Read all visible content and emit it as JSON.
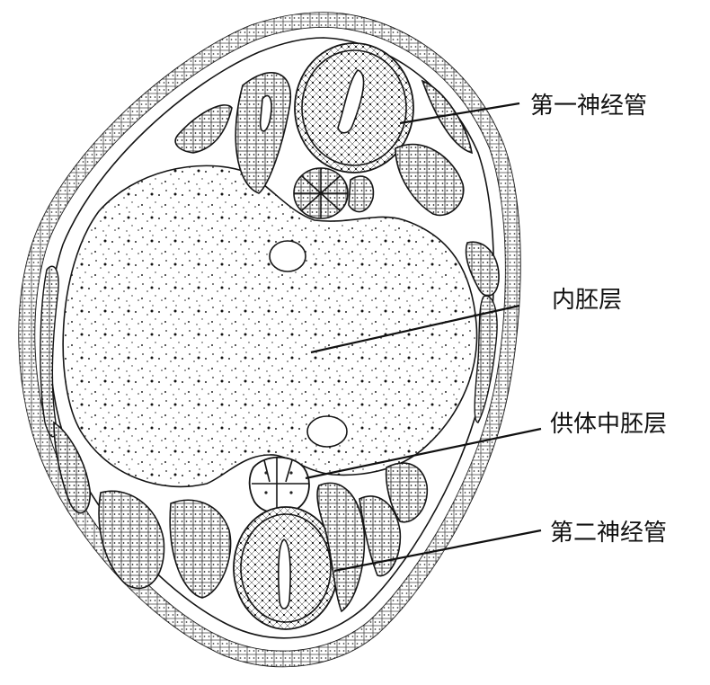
{
  "colors": {
    "ink": "#151515",
    "paper": "#ffffff",
    "stipple": "#222222"
  },
  "labels": {
    "neural_tube_1": "第一神经管",
    "endoderm": "内胚层",
    "commensal_mesoderm": "供体中胚层",
    "neural_tube_2": "第二神经管"
  }
}
